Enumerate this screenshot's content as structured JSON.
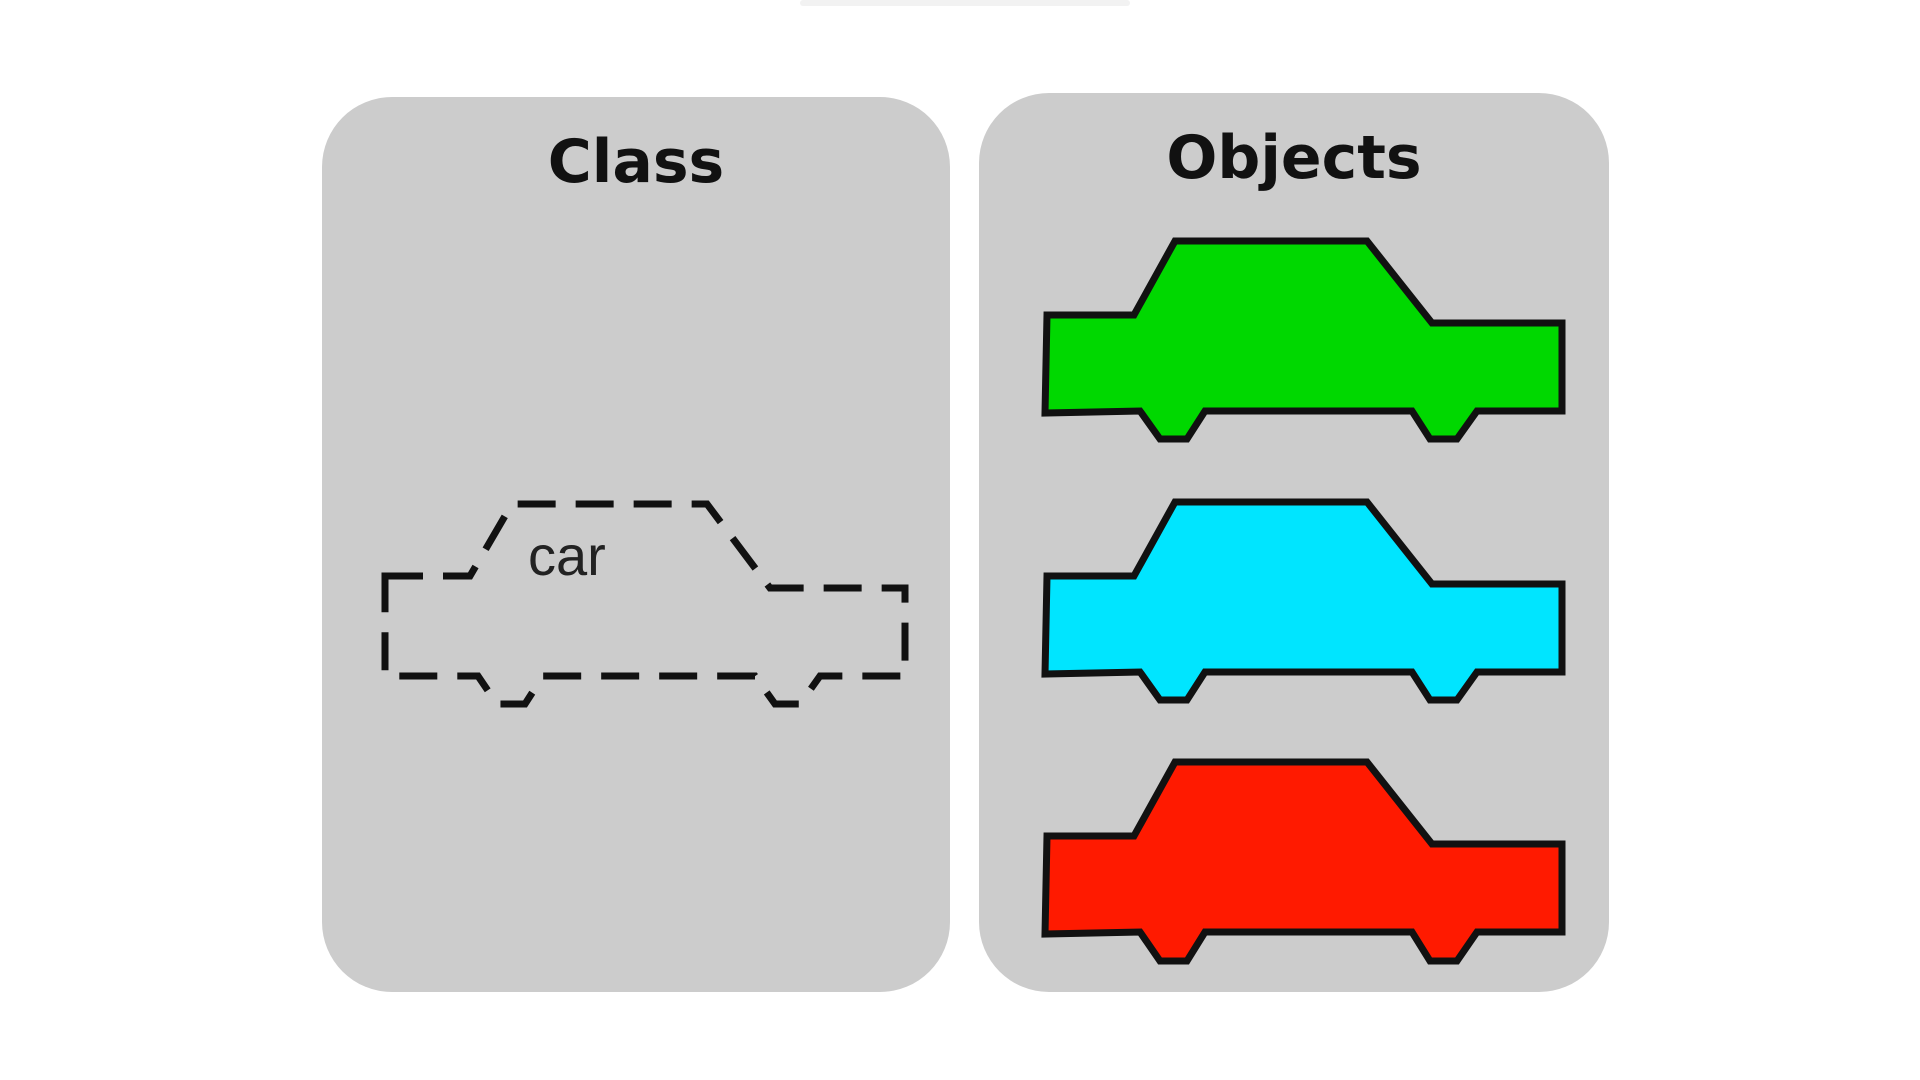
{
  "panels": {
    "class": {
      "title": "Class",
      "car_label": "car"
    },
    "objects": {
      "title": "Objects"
    }
  },
  "cars": [
    {
      "name": "green-car",
      "color": "#00d800"
    },
    {
      "name": "cyan-car",
      "color": "#00e5ff"
    },
    {
      "name": "red-car",
      "color": "#ff1a00"
    }
  ],
  "colors": {
    "panel_background": "#cccccc",
    "outline": "#111111"
  }
}
